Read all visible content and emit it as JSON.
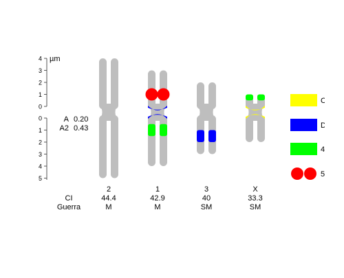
{
  "unit_label": "µm",
  "scale_short_arm_ticks": [
    "4",
    "3",
    "2",
    "1",
    "0"
  ],
  "scale_long_arm_ticks": [
    "0",
    "1",
    "2",
    "3",
    "4",
    "5"
  ],
  "asymmetry_indices": [
    {
      "label": "A",
      "value": "0.20"
    },
    {
      "label": "A2",
      "value": "0.43"
    }
  ],
  "row_headers": {
    "ci": "CI",
    "guerra": "Guerra"
  },
  "chromosomes": [
    {
      "name": "2",
      "ci": "44.4",
      "guerra": "M",
      "short_arm_um": 4.0,
      "long_arm_um": 5.0,
      "marks": []
    },
    {
      "name": "1",
      "ci": "42.9",
      "guerra": "M",
      "short_arm_um": 3.0,
      "long_arm_um": 4.0,
      "marks": [
        {
          "kind": "dots",
          "color": "#ff0000",
          "from_um": 1.0,
          "to_um": 1.0,
          "arm": "short"
        },
        {
          "kind": "centromere-band",
          "color": "#0000ff"
        },
        {
          "kind": "band",
          "color": "#00ff00",
          "from_um": 0.5,
          "to_um": 1.5,
          "arm": "long"
        }
      ]
    },
    {
      "name": "3",
      "ci": "40",
      "guerra": "SM",
      "short_arm_um": 2.0,
      "long_arm_um": 3.0,
      "marks": [
        {
          "kind": "band",
          "color": "#0000ff",
          "from_um": 1.0,
          "to_um": 2.0,
          "arm": "long"
        }
      ]
    },
    {
      "name": "X",
      "ci": "33.3",
      "guerra": "SM",
      "short_arm_um": 1.0,
      "long_arm_um": 2.0,
      "marks": [
        {
          "kind": "band",
          "color": "#00ff00",
          "from_um": 0.5,
          "to_um": 1.0,
          "arm": "short"
        },
        {
          "kind": "centromere-band",
          "color": "#ffff00"
        }
      ]
    }
  ],
  "legend": [
    {
      "symbol": "box",
      "color": "#ffff00",
      "label": "C"
    },
    {
      "symbol": "box",
      "color": "#0000ff",
      "label": "D"
    },
    {
      "symbol": "box",
      "color": "#00ff00",
      "label": "4"
    },
    {
      "symbol": "dots",
      "color": "#ff0000",
      "label": "5"
    }
  ],
  "colors": {
    "chromosome": "#bebebe"
  }
}
